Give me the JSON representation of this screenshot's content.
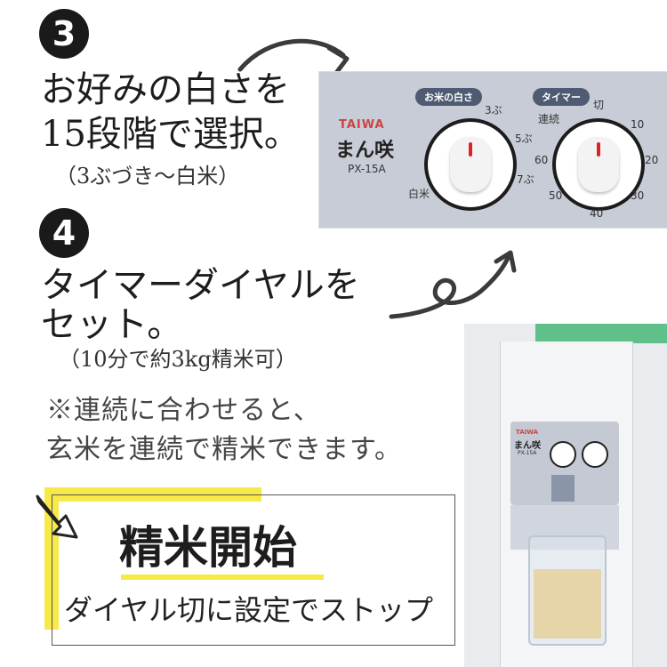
{
  "step3": {
    "number": "3",
    "line1": "お好みの白さを",
    "line2": "15段階で選択。",
    "sub": "（3ぶづき～白米）"
  },
  "step4": {
    "number": "4",
    "line1": "タイマーダイヤルを",
    "line2": "セット。",
    "sub": "（10分で約3kg精米可）"
  },
  "note": {
    "line1": "※連続に合わせると、",
    "line2": "玄米を連続で精米できます。"
  },
  "start": {
    "title": "精米開始",
    "subtitle": "ダイヤル切に設定でストップ"
  },
  "panel": {
    "brand": "TAIWA",
    "model_name": "まん咲",
    "model_number": "PX-15A",
    "whiteness_label": "お米の白さ",
    "timer_label": "タイマー",
    "whiteness_marks": [
      "3ぶ",
      "5ぶ",
      "7ぶ",
      "白米"
    ],
    "timer_marks": [
      "切",
      "10",
      "20",
      "30",
      "40",
      "50",
      "60",
      "連続"
    ]
  },
  "machine": {
    "brand": "TAIWA",
    "model_name": "まん咲",
    "model_number": "PX-15A"
  },
  "colors": {
    "accent_yellow": "#f7ea48",
    "panel_blue": "#c8ccd6",
    "pill_navy": "#4f5b72",
    "pointer_red": "#d22222"
  }
}
